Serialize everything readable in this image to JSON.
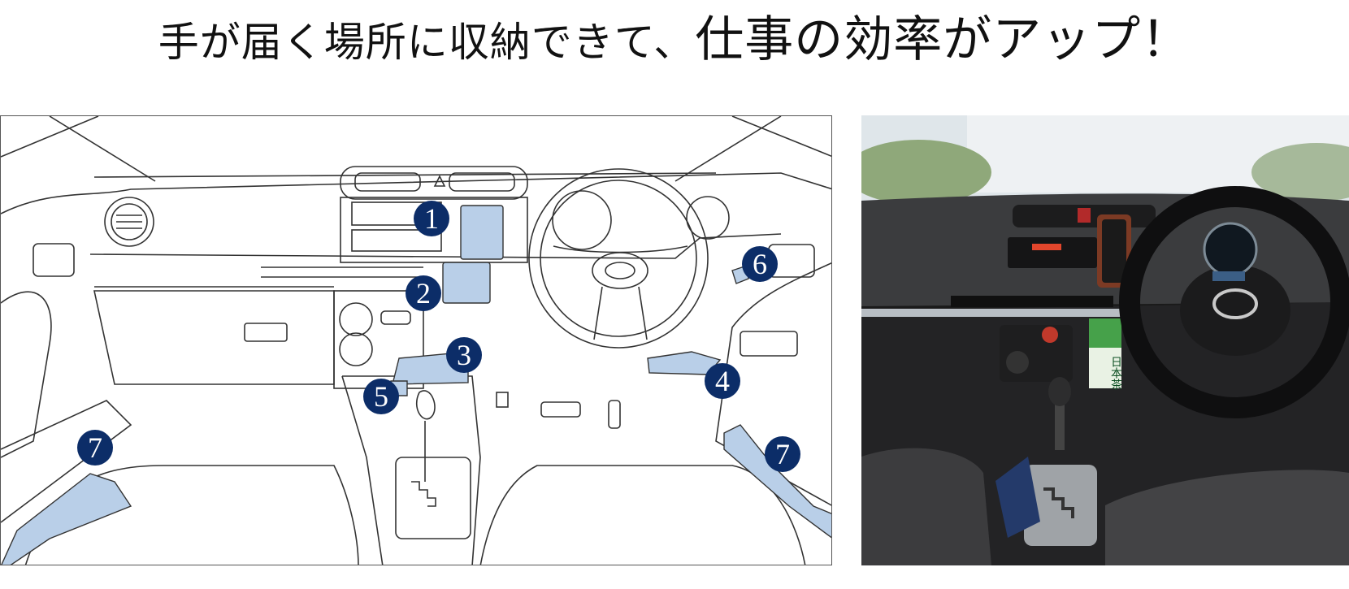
{
  "headline": {
    "part1": "手が届く場所に収納できて、",
    "part2": "仕事の効率がアップ！"
  },
  "illustration": {
    "markers": [
      {
        "label": "1",
        "name": "marker-1"
      },
      {
        "label": "2",
        "name": "marker-2"
      },
      {
        "label": "3",
        "name": "marker-3"
      },
      {
        "label": "4",
        "name": "marker-4"
      },
      {
        "label": "5",
        "name": "marker-5"
      },
      {
        "label": "6",
        "name": "marker-6"
      },
      {
        "label": "7",
        "name": "marker-7-left"
      },
      {
        "label": "7",
        "name": "marker-7-right"
      }
    ],
    "highlight_color": "#b9cfe8",
    "marker_color": "#0c2d68"
  },
  "photo": {
    "tea_label": "日本茶"
  }
}
